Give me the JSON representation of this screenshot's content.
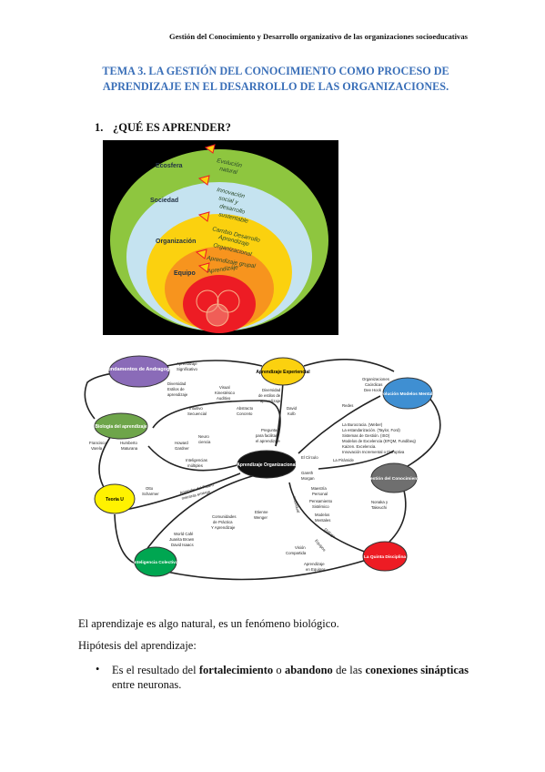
{
  "header": "Gestión del Conocimiento y Desarrollo organizativo de las organizaciones socioeducativas",
  "title_line1": "TEMA 3. LA GESTIÓN DEL CONOCIMIENTO COMO PROCESO DE",
  "title_line2": "APRENDIZAJE EN EL DESARROLLO DE LAS ORGANIZACIONES.",
  "section_number": "1.",
  "section_title": "¿QUÉ ES APRENDER?",
  "figure1": {
    "levels": [
      "Ecosfera",
      "Sociedad",
      "Organización",
      "Equipo"
    ],
    "tags": [
      "Evolución",
      "natural",
      "Innovación",
      "social y",
      "desarrollo",
      "sustentable",
      "Cambio Desarrollo",
      "Aprendizaje",
      "Organizacional",
      "Aprendizaje grupal",
      "Aprendizaje"
    ]
  },
  "figure2": {
    "nodes": {
      "andragogia": "Fundamentos de Andragogía",
      "experiencial": "Aprendizaje Experiencial",
      "evolucion": "Evolución Modelos Mentales",
      "biologia": "Biología del aprendizaje",
      "organizacional": "Aprendizaje Organizacional",
      "gestion": "Gestión del Conocimiento",
      "teoria": "Teoría U",
      "inteligencia": "Inteligencia Colectiva",
      "quinta": "La Quinta Disciplina"
    },
    "labels": {
      "a1": "Aprendizaje",
      "a2": "Significativo",
      "b1": "Diversidad",
      "b2": "Estilos de",
      "b3": "aprendizaje",
      "c1": "Visual",
      "c2": "Kinestésico",
      "c3": "Auditivo",
      "d1": "Diversidad",
      "d2": "de estilos de",
      "d3": "aprendizaje",
      "e1": "David",
      "e2": "Kolb",
      "f1": "Organizaciones",
      "f2": "Caórdicas",
      "f3": "Dee Hock",
      "g1": "Intuitivo",
      "g2": "Secuencial",
      "h1": "Abstracto",
      "h2": "Concreto",
      "redes": "Redes",
      "i1": "La Burocracia. (Weber)",
      "i2": "La estandarización. (Taylor, Ford)",
      "i3": "Sistemas de Gestión. (ISO)",
      "i4": "Modelos de Excelencia (EFQM, Fundibeq)",
      "i5": "Kaizen. Excelencia.",
      "i6": "Innovación Incremental o Disruptiva",
      "j1": "Preguntas",
      "j2": "para facilitar",
      "j3": "el aprendizaje",
      "k1": "Neuro",
      "k2": "ciencia",
      "l1": "Howard",
      "l2": "Gardner",
      "m1": "Francisco",
      "m2": "Varela",
      "n1": "Humberto",
      "n2": "Maturana",
      "o1": "Inteligencias",
      "o2": "múltiples",
      "circulo": "El Círculo",
      "piramide": "La Pirámide",
      "p1": "Gareth",
      "p2": "Morgan",
      "q1": "Nonaka y",
      "q2": "Takeuchi",
      "r1": "Otto",
      "r2": "Scharmer",
      "s1": "Aprender del Futuro",
      "s2": "mientras emerge",
      "t1": "Comunidades",
      "t2": "de Práctica",
      "t3": "Y Aprendizaje",
      "u1": "Etienne",
      "u2": "Wenger",
      "v1": "Maestría",
      "v2": "Personal",
      "w1": "Pensamiento",
      "w2": "Sistémico",
      "x1": "Modelos",
      "x2": "Mentales",
      "individual": "Individual",
      "dialogo": "Diálogo",
      "equipos": "Equipos",
      "y1": "World Café",
      "y2": "Juanita Brown",
      "y3": "David Isaacs",
      "z1": "Visión",
      "z2": "Compartida",
      "aa1": "Aprendizaje",
      "aa2": "en Equipos"
    }
  },
  "para1": "El aprendizaje es algo natural, es un fenómeno biológico.",
  "para2": "Hipótesis del aprendizaje:",
  "bullet": {
    "symbol": "•",
    "w1": "Es",
    "w2": "el",
    "w3": "resultado",
    "w4": "del",
    "b1": "fortalecimiento",
    "w5": "o",
    "b2": "abandono",
    "w6": "de",
    "w7": "las",
    "b3": "conexiones sinápticas",
    "line2": "entre neuronas."
  },
  "colors": {
    "title_blue": "#3a6fb8",
    "green": "#8ec63f",
    "light_blue": "#c5e3f0",
    "yellow": "#fbd10f",
    "orange": "#f7941e",
    "red": "#ed1c24",
    "purple": "#8a6bb8",
    "node_green": "#6ea54a",
    "node_blue": "#3f8fd2",
    "node_gray": "#6f6f6f"
  }
}
